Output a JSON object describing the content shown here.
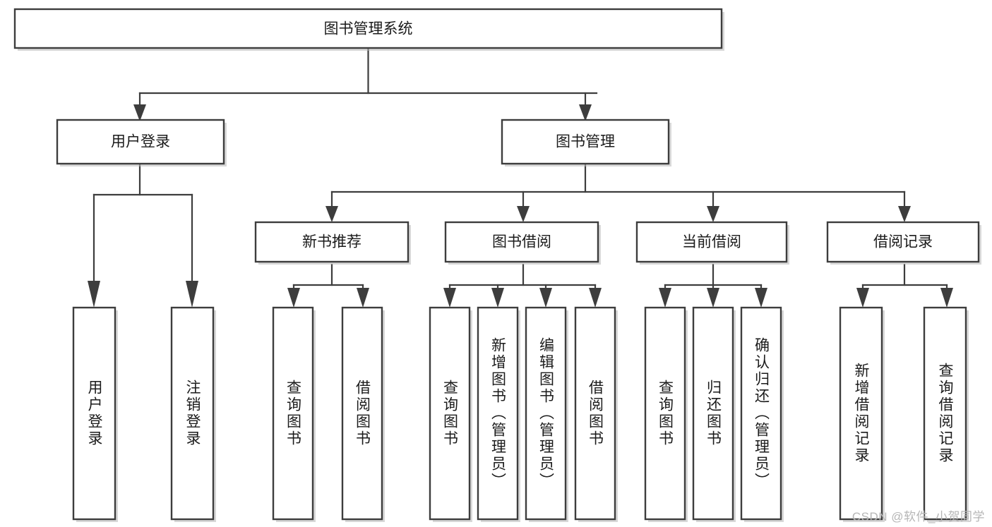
{
  "diagram": {
    "type": "tree-hierarchy",
    "title": "图书管理系统",
    "watermark": "CSDN @软件_小贺同学",
    "colors": {
      "stroke": "#3d3d3d",
      "fill": "#ffffff",
      "text": "#1b1b1b",
      "watermark": "#b6b6b6",
      "background": "#ffffff"
    },
    "levels": {
      "root": {
        "label": "图书管理系统"
      },
      "level2": [
        {
          "id": "user-login",
          "label": "用户登录"
        },
        {
          "id": "book-management",
          "label": "图书管理"
        }
      ],
      "level3": [
        {
          "id": "new-book-recommend",
          "label": "新书推荐",
          "parent": "book-management"
        },
        {
          "id": "book-borrow",
          "label": "图书借阅",
          "parent": "book-management"
        },
        {
          "id": "current-borrow",
          "label": "当前借阅",
          "parent": "book-management"
        },
        {
          "id": "borrow-record",
          "label": "借阅记录",
          "parent": "book-management"
        }
      ],
      "leaves": [
        {
          "id": "leaf-user-login",
          "label": "用户登录",
          "parent": "user-login"
        },
        {
          "id": "leaf-logout-login",
          "label": "注销登录",
          "parent": "user-login"
        },
        {
          "id": "leaf-query-book-1",
          "label": "查询图书",
          "parent": "new-book-recommend"
        },
        {
          "id": "leaf-borrow-book-1",
          "label": "借阅图书",
          "parent": "new-book-recommend"
        },
        {
          "id": "leaf-query-book-2",
          "label": "查询图书",
          "parent": "book-borrow"
        },
        {
          "id": "leaf-add-book",
          "label": "新增图书（管理员）",
          "parent": "book-borrow"
        },
        {
          "id": "leaf-edit-book",
          "label": "编辑图书（管理员）",
          "parent": "book-borrow"
        },
        {
          "id": "leaf-borrow-book-2",
          "label": "借阅图书",
          "parent": "book-borrow"
        },
        {
          "id": "leaf-query-book-3",
          "label": "查询图书",
          "parent": "current-borrow"
        },
        {
          "id": "leaf-return-book",
          "label": "归还图书",
          "parent": "current-borrow"
        },
        {
          "id": "leaf-confirm-return",
          "label": "确认归还（管理员）",
          "parent": "current-borrow"
        },
        {
          "id": "leaf-add-record",
          "label": "新增借阅记录",
          "parent": "borrow-record"
        },
        {
          "id": "leaf-query-record",
          "label": "查询借阅记录",
          "parent": "borrow-record"
        }
      ]
    }
  }
}
